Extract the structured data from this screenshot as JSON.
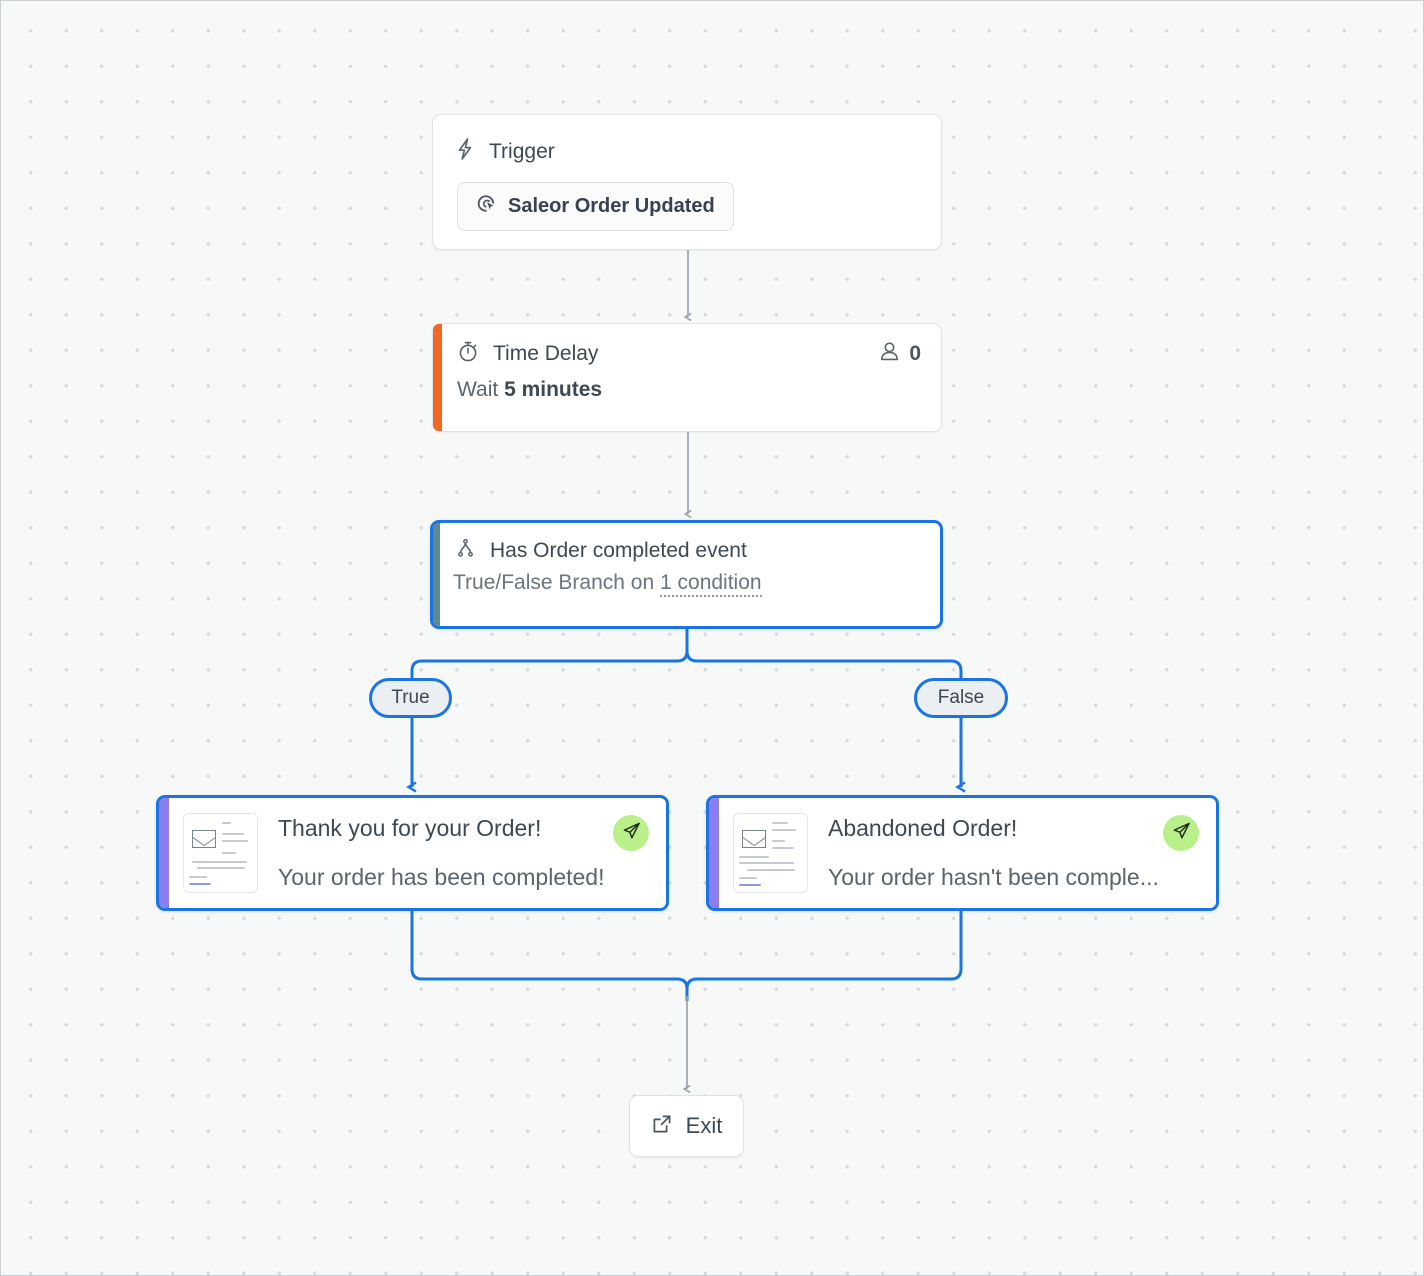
{
  "canvas": {
    "background_color": "#f7f8f8",
    "dot_color": "#d7dadd"
  },
  "colors": {
    "selected_border": "#1b74e4",
    "delay_accent": "#f26722",
    "branch_accent": "#5f8a8b",
    "email_accent": "#8b7cf0",
    "send_badge": "#b9f08a",
    "edge_gray": "#9aa3ab",
    "edge_blue": "#1b74e4"
  },
  "nodes": {
    "trigger": {
      "title": "Trigger",
      "icon": "lightning-bolt-icon",
      "chip_label": "Saleor Order Updated",
      "chip_icon": "saleor-cursor-icon"
    },
    "time_delay": {
      "title": "Time Delay",
      "icon": "stopwatch-icon",
      "wait_prefix": "Wait",
      "wait_value": "5 minutes",
      "people_icon": "person-icon",
      "people_count": "0"
    },
    "branch": {
      "title": "Has Order completed event",
      "icon": "branch-fork-icon",
      "subtitle_prefix": "True/False Branch on",
      "condition_link": "1 condition"
    },
    "email_true": {
      "subject": "Thank you for your Order!",
      "preview": "Your order has been completed!",
      "thumbnail_icon": "email-envelope-icon",
      "send_icon": "paper-plane-icon"
    },
    "email_false": {
      "subject": "Abandoned Order!",
      "preview": "Your order hasn't been comple...",
      "thumbnail_icon": "email-envelope-icon",
      "send_icon": "paper-plane-icon"
    },
    "exit": {
      "label": "Exit",
      "icon": "external-link-icon"
    }
  },
  "branch_labels": {
    "true": "True",
    "false": "False"
  }
}
